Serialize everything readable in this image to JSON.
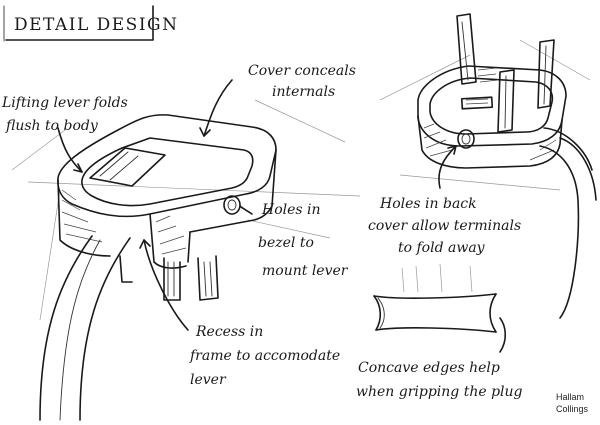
{
  "title": "DETAIL DESIGN",
  "annotations": {
    "lifting_lever_l1": "Lifting lever folds",
    "lifting_lever_l2": "flush to body",
    "cover_l1": "Cover conceals",
    "cover_l2": "internals",
    "holes_bezel_l1": "Holes in",
    "holes_bezel_l2": "bezel to",
    "holes_bezel_l3": "mount lever",
    "recess_l1": "Recess in",
    "recess_l2": "frame to accomodate",
    "recess_l3": "lever",
    "holes_back_l1": "Holes in back",
    "holes_back_l2": "cover allow terminals",
    "holes_back_l3": "to fold away",
    "concave_l1": "Concave edges help",
    "concave_l2": "when gripping the plug"
  },
  "signature": {
    "first": "Hallam",
    "last": "Collings"
  }
}
